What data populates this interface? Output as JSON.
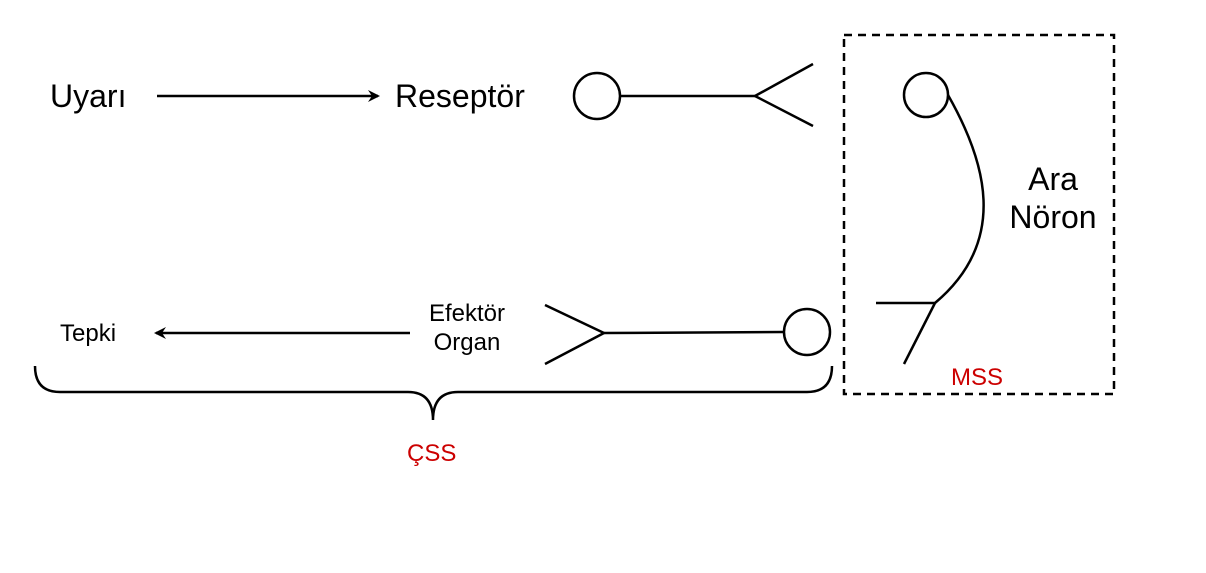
{
  "labels": {
    "uyari": "Uyarı",
    "reseptor": "Reseptör",
    "ara_noron_line1": "Ara",
    "ara_noron_line2": "Nöron",
    "efektor_line1": "Efektör",
    "efektor_line2": "Organ",
    "tepki": "Tepki",
    "mss": "MSS",
    "css": "ÇSS"
  },
  "colors": {
    "stroke": "#000000",
    "region_label": "#cc0000",
    "background": "#ffffff"
  }
}
